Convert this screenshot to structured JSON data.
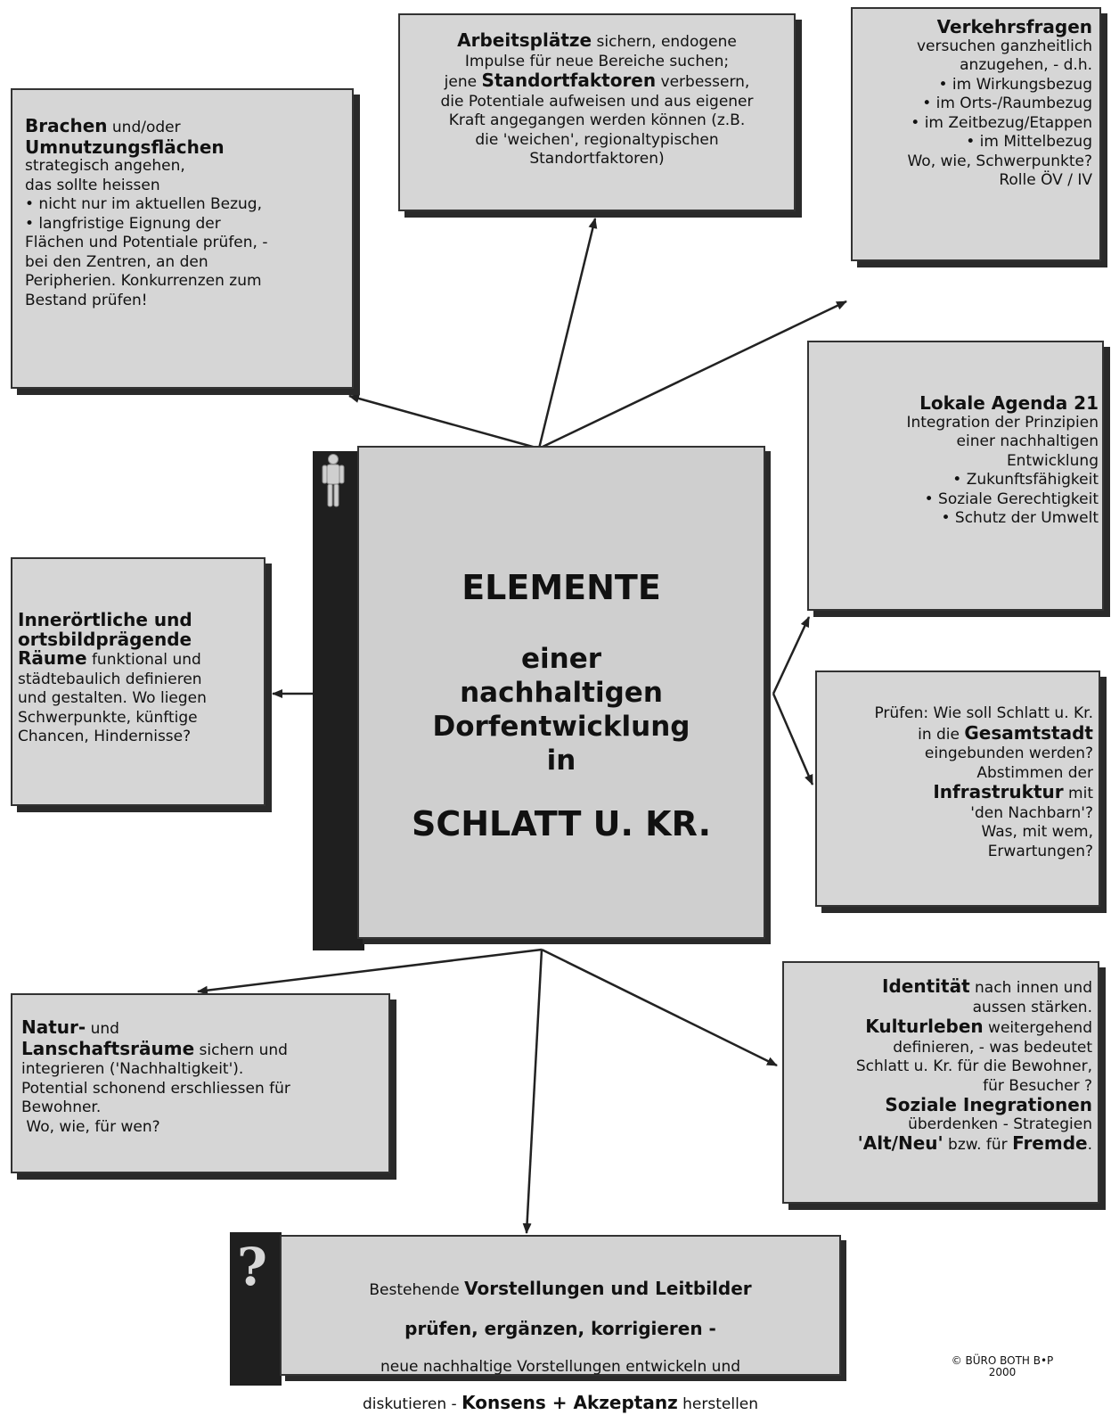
{
  "center": {
    "title": "ELEMENTE",
    "subtitle_1": "einer",
    "subtitle_2": "nachhaltigen",
    "subtitle_3": "Dorfentwicklung",
    "subtitle_4": "in",
    "place": "SCHLATT U. KR.",
    "person_icon": "person-icon"
  },
  "brachen": {
    "t1": "Brachen",
    "t2": " und/oder",
    "t3": "Umnutzungsflächen",
    "l1": "strategisch angehen,",
    "l2": "das sollte heissen",
    "l3": "• nicht nur im aktuellen Bezug,",
    "l4": "• langfristige Eignung der",
    "l5": "Flächen und Potentiale prüfen, -",
    "l6": "bei den Zentren, an den",
    "l7": "Peripherien. Konkurrenzen zum",
    "l8": "Bestand prüfen!"
  },
  "arbeit": {
    "b1": "Arbeitsplätze",
    "t1": " sichern, endogene",
    "l2": "Impulse für neue Bereiche suchen;",
    "t3a": "jene ",
    "b3": "Standortfaktoren",
    "t3b": " verbessern,",
    "l4": "die Potentiale aufweisen und aus eigener",
    "l5": "Kraft angegangen werden können (z.B.",
    "l6": "die 'weichen', regionaltypischen",
    "l7": "Standortfaktoren)"
  },
  "verkehr": {
    "title": "Verkehrsfragen",
    "l1": "versuchen ganzheitlich",
    "l2": "anzugehen, - d.h.",
    "l3": "• im Wirkungsbezug",
    "l4": "• im Orts-/Raumbezug",
    "l5": "• im Zeitbezug/Etappen",
    "l6": "• im Mittelbezug",
    "l7": "Wo, wie, Schwerpunkte?",
    "l8": "Rolle ÖV / IV"
  },
  "agenda": {
    "title": "Lokale Agenda 21",
    "l1": "Integration der Prinzipien",
    "l2": "einer nachhaltigen",
    "l3": "Entwicklung",
    "l4": "• Zukunftsfähigkeit",
    "l5": "• Soziale Gerechtigkeit",
    "l6": "• Schutz der Umwelt"
  },
  "innen": {
    "b1": "Innerörtliche und",
    "b2": "ortsbildprägende",
    "b3": "Räume",
    "t3": " funktional und",
    "l4": "städtebaulich definieren",
    "l5": "und gestalten. Wo liegen",
    "l6": "Schwerpunkte, künftige",
    "l7": "Chancen, Hindernisse?"
  },
  "pruefen": {
    "l1": "Prüfen: Wie soll Schlatt u. Kr.",
    "t2": "in die ",
    "b2": "Gesamtstadt",
    "l3": "eingebunden werden?",
    "l4": "Abstimmen der",
    "b5": "Infrastruktur",
    "t5": " mit",
    "l6": "'den Nachbarn'?",
    "l7": "Was, mit wem,",
    "l8": "Erwartungen?"
  },
  "natur": {
    "b1": "Natur-",
    "t1": " und",
    "b2": "Lanschaftsräume",
    "t2": " sichern und",
    "l3": "integrieren ('Nachhaltigkeit').",
    "l4": "Potential schonend erschliessen für",
    "l5": "Bewohner.",
    "l6": " Wo, wie, für wen?"
  },
  "identitaet": {
    "b1": "Identität",
    "t1": " nach innen und",
    "l2": "aussen stärken.",
    "b3": "Kulturleben",
    "t3": " weitergehend",
    "l4": "definieren, - was bedeutet",
    "l5": "Schlatt u. Kr. für die Bewohner,",
    "l6": "für Besucher ?",
    "b7": "Soziale Inegrationen",
    "l8": "überdenken - Strategien",
    "b9": "'Alt/Neu'",
    "t9a": " bzw. für ",
    "b9b": "Fremde",
    "t9b": "."
  },
  "bottom": {
    "t1": "Bestehende ",
    "b1": "Vorstellungen und Leitbilder",
    "b2": "prüfen, ergänzen, korrigieren -",
    "l3": "neue nachhaltige Vorstellungen entwickeln und",
    "t4a": "diskutieren - ",
    "b4": "Konsens + Akzeptanz",
    "t4b": " herstellen",
    "icon_char": "?",
    "icon": "question-mark-icon"
  },
  "copyright": {
    "l1": "© BÜRO BOTH B•P",
    "l2": "2000"
  },
  "arrow_color": "#222222",
  "box_color": "#d6d6d6"
}
